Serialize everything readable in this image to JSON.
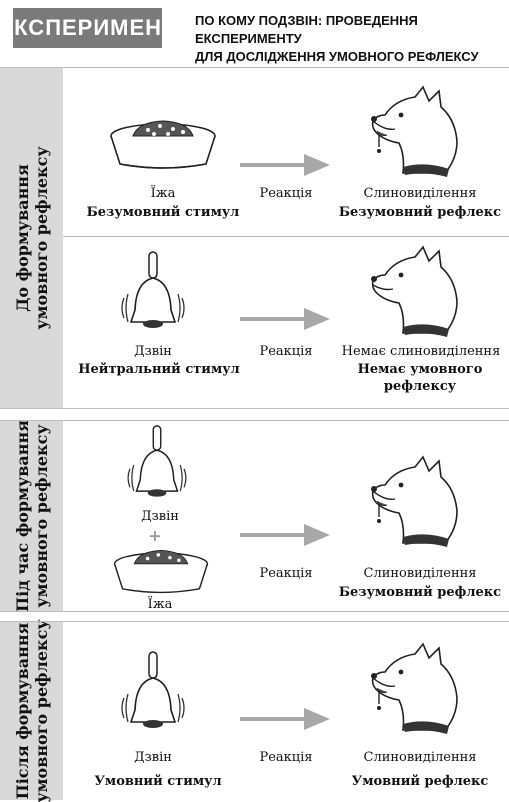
{
  "header": {
    "banner": "ЕКСПЕРИМЕНТ",
    "subtitle_line1": "ПО КОМУ ПОДЗВІН: ПРОВЕДЕННЯ ЕКСПЕРИМЕНТУ",
    "subtitle_line2": "ДЛЯ ДОСЛІДЖЕННЯ УМОВНОГО РЕФЛЕКСУ"
  },
  "sections": {
    "before": {
      "label_line1": "До формування",
      "label_line2": "умовного рефлексу"
    },
    "during": {
      "label_line1": "Під час формування",
      "label_line2": "умовного рефлексу"
    },
    "after": {
      "label_line1": "Після формування",
      "label_line2": "умовного рефлексу"
    }
  },
  "row1": {
    "stimulus": "Їжа",
    "stimulus_type": "Безумовний стимул",
    "arrow": "Реакція",
    "response": "Слиновиділення",
    "response_type": "Безумовний рефлекс"
  },
  "row2": {
    "stimulus": "Дзвін",
    "stimulus_type": "Нейтральний стимул",
    "arrow": "Реакція",
    "response": "Немає слиновиділення",
    "response_type_line1": "Немає умовного",
    "response_type_line2": "рефлексу"
  },
  "row3": {
    "stimulus_bell": "Дзвін",
    "plus": "+",
    "stimulus_food": "Їжа",
    "arrow": "Реакція",
    "response": "Слиновиділення",
    "response_type": "Безумовний рефлекс"
  },
  "row4": {
    "stimulus": "Дзвін",
    "stimulus_type": "Умовний стимул",
    "arrow": "Реакція",
    "response": "Слиновиділення",
    "response_type": "Умовний рефлекс"
  },
  "colors": {
    "banner_bg": "#7a7a7a",
    "sidebar_bg": "#d9d9d9",
    "arrow": "#a8a8a8",
    "divider": "#bdbdbd"
  },
  "icons": [
    "food-bowl-icon",
    "bell-icon",
    "dog-salivating-icon",
    "dog-icon",
    "arrow-right-icon"
  ]
}
